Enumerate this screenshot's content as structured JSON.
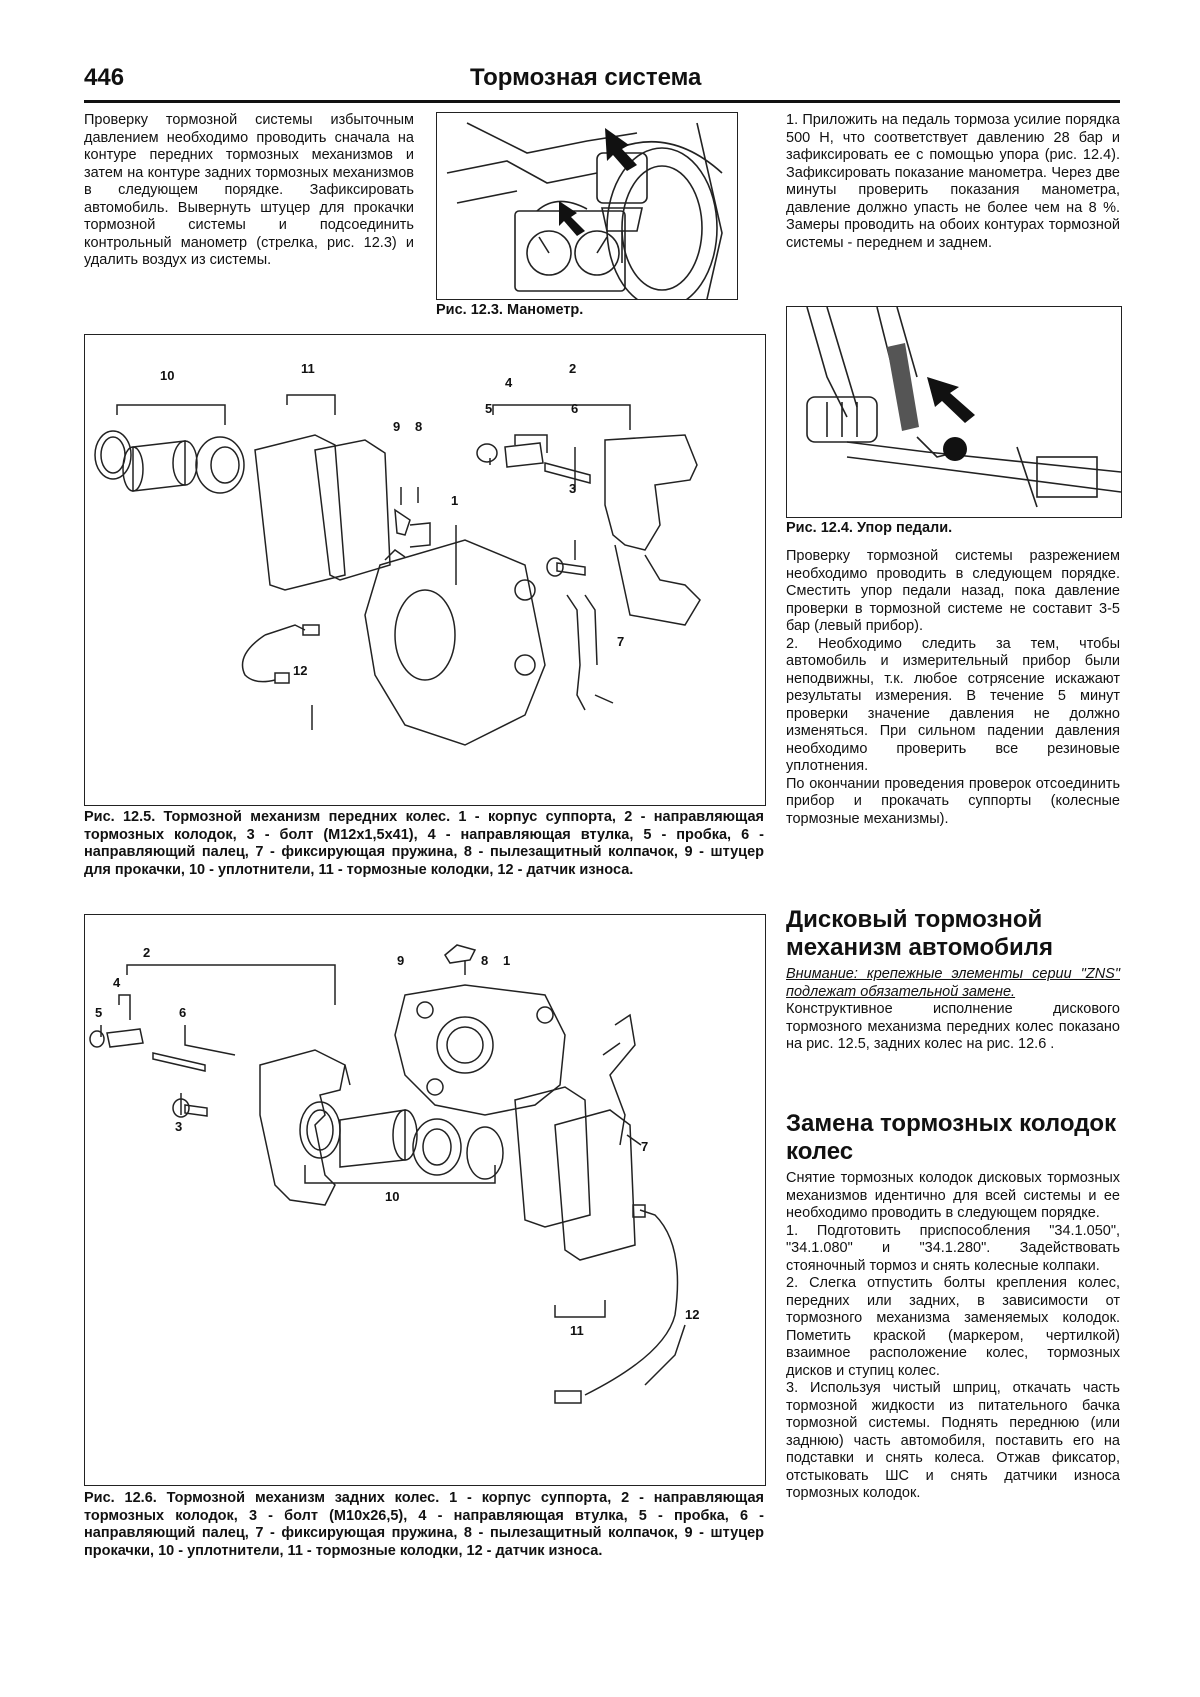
{
  "header": {
    "page_number": "446",
    "title": "Тормозная система"
  },
  "col1_top": {
    "text": "Проверку тормозной системы избыточным давлением необходимо проводить сначала на контуре передних тормозных механизмов и затем на контуре задних тормозных механизмов в следующем порядке. Зафиксировать автомобиль. Вывернуть штуцер для прокачки тормозной системы и подсоединить контрольный манометр (стрелка, рис. 12.3) и удалить воздух из системы."
  },
  "fig_12_3": {
    "caption": "Рис. 12.3. Манометр."
  },
  "col3_top": {
    "text": "1. Приложить на педаль тормоза усилие порядка 500 Н, что соответствует давлению 28 бар и зафиксировать ее с помощью упора (рис. 12.4). Зафиксировать показание манометра. Через две минуты проверить показания манометра, давление должно упасть не более чем на 8 %. Замеры проводить на обоих контурах тормозной системы - переднем и заднем."
  },
  "fig_12_4": {
    "caption": "Рис. 12.4. Упор педали."
  },
  "col3_mid": {
    "p1": "Проверку тормозной системы разрежением необходимо проводить в следующем порядке. Сместить упор педали назад, пока давление проверки в тормозной системе не составит 3-5 бар (левый прибор).",
    "p2": "2. Необходимо следить за тем, чтобы автомобиль и измерительный прибор были неподвижны, т.к. любое сотрясение искажают результаты измерения. В течение 5 минут проверки значение давления не должно изменяться. При сильном падении давления необходимо проверить все резиновые уплотнения.",
    "p3": "По окончании проведения проверок отсоединить прибор и прокачать суппорты (колесные тормозные механизмы)."
  },
  "fig_12_5": {
    "caption": "Рис. 12.5. Тормозной механизм передних колес. 1 - корпус суппорта, 2 - направляющая тормозных колодок, 3 - болт (M12x1,5x41), 4 - направляющая втулка, 5 - пробка, 6 - направляющий палец, 7 - фиксирующая пружина, 8 - пылезащитный колпачок, 9 - штуцер для прокачки, 10 - уплотнители, 11 - тормозные колодки, 12 - датчик износа.",
    "labels": [
      "10",
      "11",
      "2",
      "4",
      "5",
      "6",
      "9",
      "8",
      "1",
      "3",
      "7",
      "12"
    ]
  },
  "fig_12_6": {
    "caption": "Рис. 12.6. Тормозной механизм задних колес. 1 - корпус суппорта, 2 - направляющая тормозных колодок, 3 - болт (M10x26,5), 4 - направляющая втулка, 5 - пробка, 6 - направляющий палец, 7 - фиксирующая пружина, 8 - пылезащитный колпачок, 9 - штуцер прокачки, 10 - уплотнители, 11 - тормозные колодки, 12 - датчик износа.",
    "labels": [
      "9",
      "8",
      "1",
      "2",
      "4",
      "5",
      "6",
      "3",
      "7",
      "10",
      "12",
      "11"
    ]
  },
  "section_disc": {
    "heading": "Дисковый тормозной механизм автомобиля",
    "note": "Внимание: крепежные элементы серии \"ZNS\" подлежат обязательной замене.",
    "text": "Конструктивное исполнение дискового тормозного механизма передних колес показано на рис. 12.5, задних колес на рис. 12.6 ."
  },
  "section_pads": {
    "heading": "Замена тормозных колодок колес",
    "p1": "Снятие тормозных колодок дисковых тормозных механизмов идентично для всей системы и ее необходимо проводить в следующем порядке.",
    "p2": "1. Подготовить приспособления \"34.1.050\", \"34.1.080\" и \"34.1.280\". Задействовать стояночный тормоз и снять колесные колпаки.",
    "p3": "2. Слегка отпустить болты крепления колес, передних или задних, в зависимости от тормозного механизма заменяемых колодок. Пометить краской (маркером, чертилкой) взаимное расположение колес, тормозных дисков и ступиц колес.",
    "p4": "3. Используя чистый шприц, откачать часть тормозной жидкости из питательного бачка тормозной системы. Поднять переднюю (или заднюю) часть автомобиля, поставить его на подставки и снять колеса. Отжав фиксатор, отстыковать ШС и снять датчики износа тормозных колодок."
  }
}
